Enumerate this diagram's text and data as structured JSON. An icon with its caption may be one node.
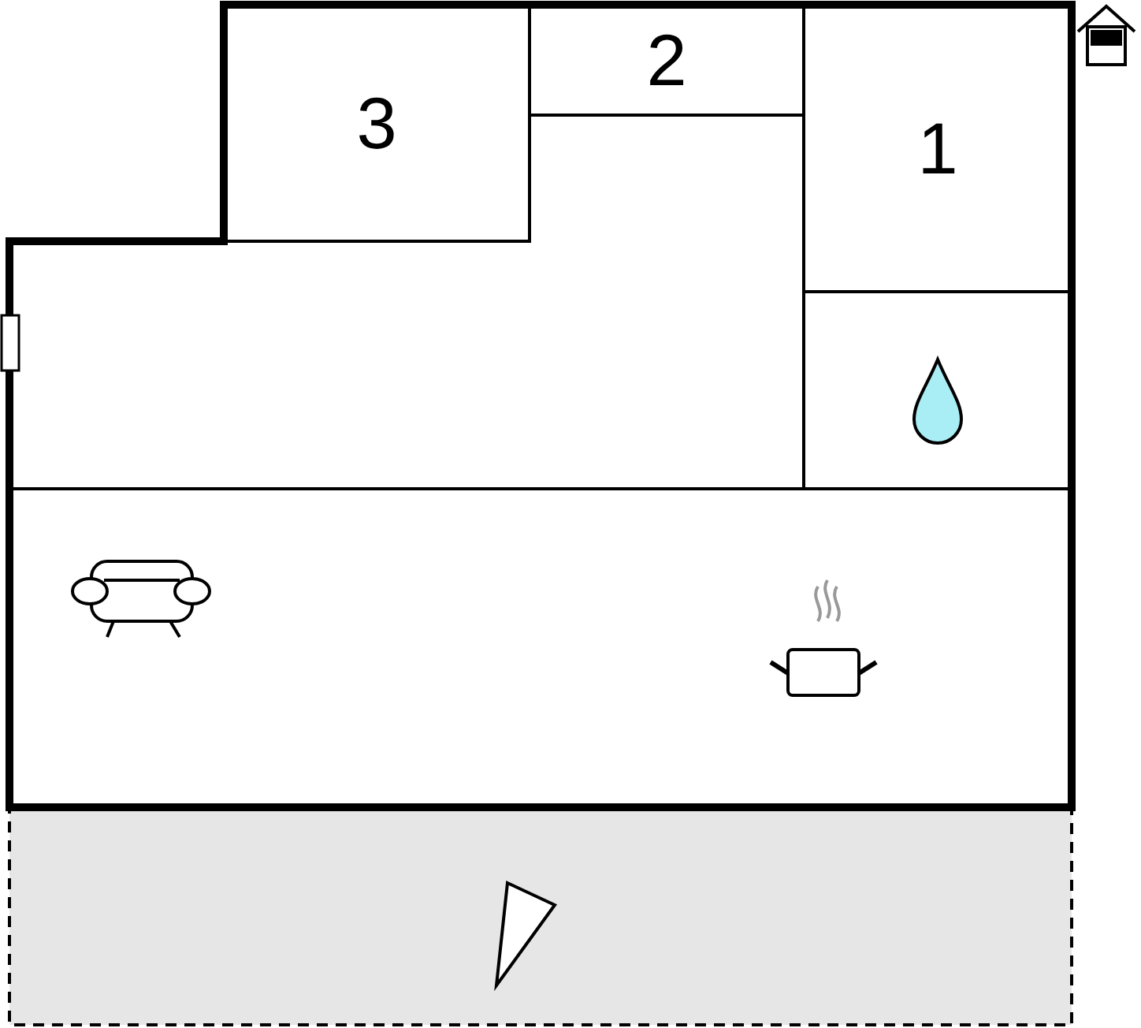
{
  "diagram": {
    "nodes": [
      {
        "text": [
          "3"
        ]
      },
      {
        "text": [
          "2"
        ]
      },
      {
        "text": [
          "1"
        ]
      }
    ]
  }
}
